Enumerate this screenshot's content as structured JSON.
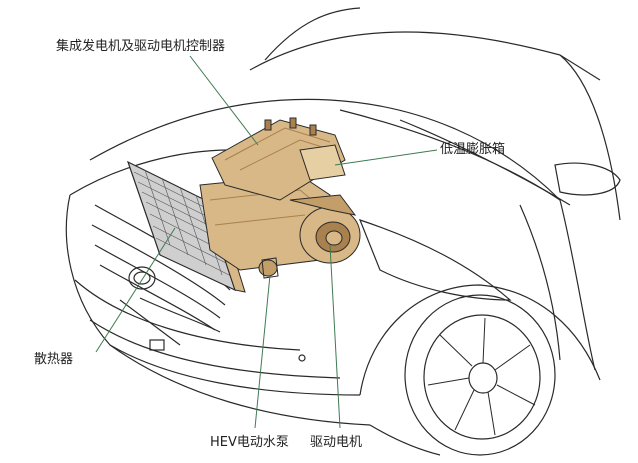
{
  "labels": {
    "generator_controller": "集成发电机及驱动电机控制器",
    "expansion_tank": "低温膨胀箱",
    "radiator": "散热器",
    "hev_pump": "HEV电动水泵",
    "drive_motor": "驱动电机"
  },
  "colors": {
    "outline": "#2a2a2a",
    "leader": "#3f7a52",
    "engine": "#d8b886",
    "engine_dark": "#a9814e",
    "radiator": "#cfcfcf"
  }
}
